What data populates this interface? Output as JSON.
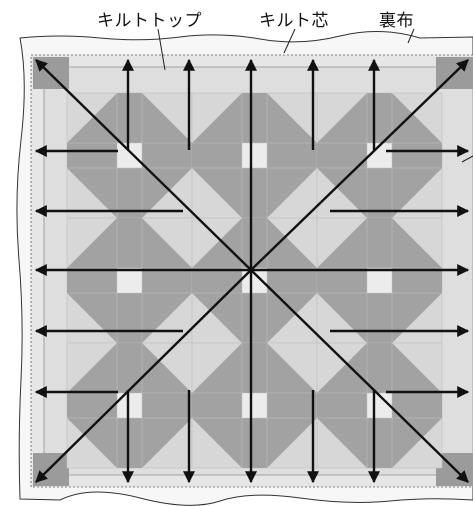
{
  "labels": {
    "quilt_top": "キルトトップ",
    "batting": "キルト芯",
    "backing": "裏布"
  },
  "colors": {
    "backing": "#f7f7f7",
    "batting": "#e6e6e6",
    "block_light": "#d7d7d7",
    "block_dark": "#a2a2a2",
    "corner": "#9b9b9b",
    "arrow": "#111111",
    "outline": "#333333"
  },
  "icons": {
    "arrow": "arrow-icon",
    "block": "churn-dash-block"
  },
  "grid": {
    "rows": 3,
    "cols": 3
  }
}
